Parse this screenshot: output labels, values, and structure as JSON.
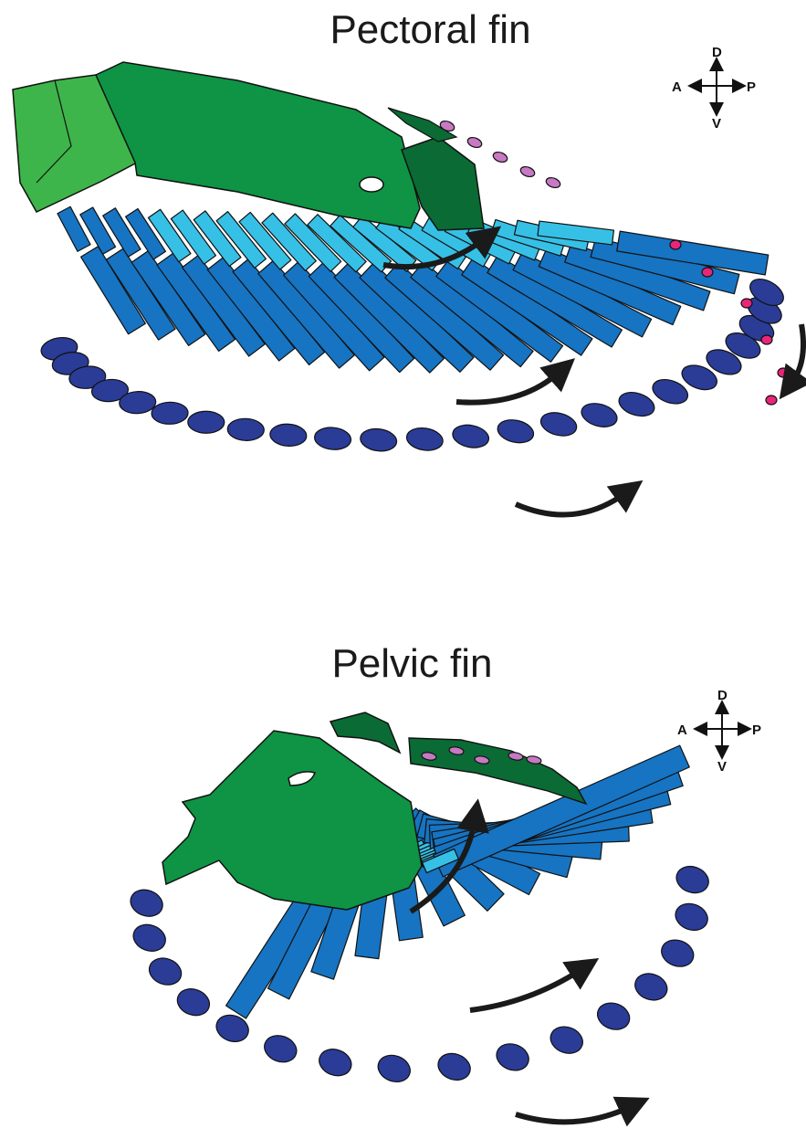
{
  "pectoral": {
    "title": "Pectoral fin"
  },
  "pelvic": {
    "title": "Pelvic fin"
  },
  "compass": {
    "dorsal": "D",
    "ventral": "V",
    "anterior": "A",
    "posterior": "P"
  },
  "colors": {
    "girdle_light_green": "#3db54a",
    "girdle_green": "#0e9444",
    "girdle_dark_green": "#0a6b35",
    "radial_blue": "#1674c2",
    "radial_light_blue": "#37c0e6",
    "distal_navy": "#2a3c96",
    "element_pink": "#c779c3",
    "element_magenta": "#e9257a",
    "arrow": "#1a1a1a"
  }
}
